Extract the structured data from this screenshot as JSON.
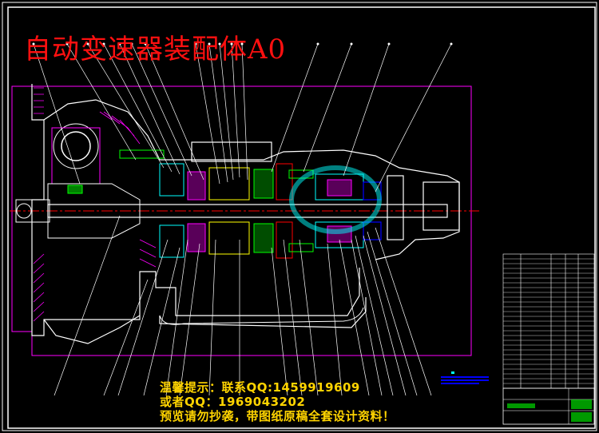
{
  "drawing": {
    "title": "自动变速器装配体A0",
    "notice": {
      "line1": "温馨提示：联系QQ:1459919609",
      "line2": "或者QQ：1969043202",
      "line3": "预览请勿抄袭，带图纸原稿全套设计资料！"
    }
  },
  "colors": {
    "background": "#000000",
    "frame": "#ffffff",
    "title": "#ff1010",
    "notice": "#ffd400",
    "hatch_magenta": "#ff00ff",
    "part_green": "#00ff00",
    "part_cyan": "#00ffff",
    "part_yellow": "#ffff00",
    "part_red": "#ff0000",
    "part_blue": "#0000ff"
  }
}
